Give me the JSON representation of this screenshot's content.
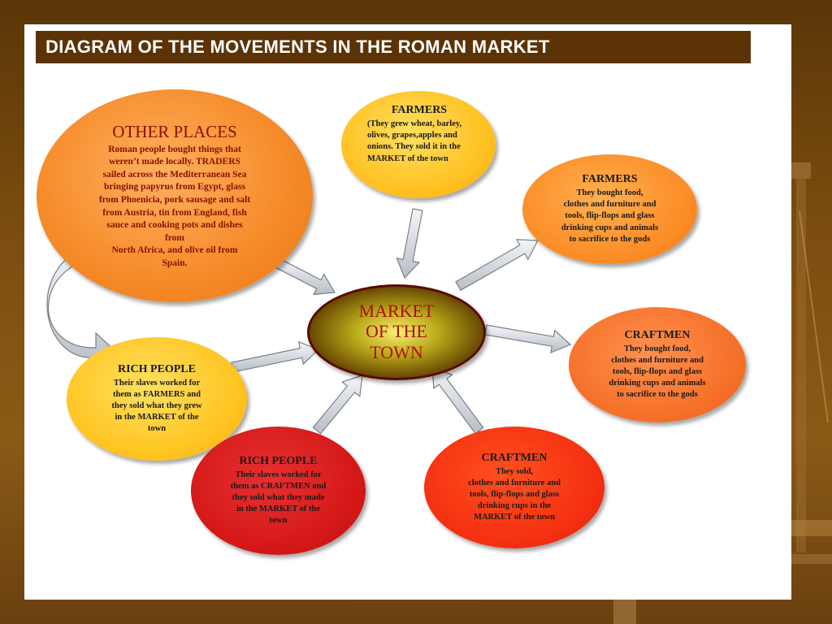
{
  "slide_title": "DIAGRAM OF THE MOVEMENTS IN THE ROMAN MARKET",
  "nodes": {
    "other_places": {
      "heading": "OTHER PLACES",
      "body": "Roman people bought things that\nweren’t made locally. TRADERS\nsailed across the Mediterranean Sea\nbringing papyrus from Egypt, glass\nfrom Phoenicia, pork sausage and salt\nfrom Austria, tin from England, fish\nsauce and cooking pots and dishes\nfrom\nNorth Africa, and olive oil from\nSpain."
    },
    "farmers_sellers": {
      "heading": "FARMERS",
      "body": "(They grew wheat, barley,\nolives, grapes,apples and\nonions. They sold it in the\nMARKET of the town"
    },
    "farmers_buyers": {
      "heading": "FARMERS",
      "body": "They bought food,\nclothes and furniture and\ntools, flip-flops and glass\ndrinking cups and animals\nto sacrifice to the gods"
    },
    "center": {
      "heading": "MARKET\nOF THE\nTOWN"
    },
    "craftmen_buyers": {
      "heading": "CRAFTMEN",
      "body": "They bought food,\nclothes and furniture and\ntools, flip-flops and glass\ndrinking cups and animals\nto sacrifice to the gods"
    },
    "rich_farmers": {
      "heading": "RICH PEOPLE",
      "body": "Their slaves worked for\nthem as FARMERS and\nthey sold what they grew\nin the MARKET of the\ntown"
    },
    "rich_craftmen": {
      "heading": "RICH PEOPLE",
      "body": "Their slaves worked for\nthem as CRAFTMEN and\nthey sold what they made\nin the MARKET of the\ntown"
    },
    "craftmen_sellers": {
      "heading": "CRAFTMEN",
      "body": "They sold,\nclothes and furniture and\ntools, flip-flops and glass\ndrinking cups in the\nMARKET of the town"
    }
  },
  "colors": {
    "title_bar": "#5c3307",
    "background": "#7a4c0e",
    "arrow_fill": "#d8dce0",
    "arrow_stroke": "#7a8088"
  }
}
